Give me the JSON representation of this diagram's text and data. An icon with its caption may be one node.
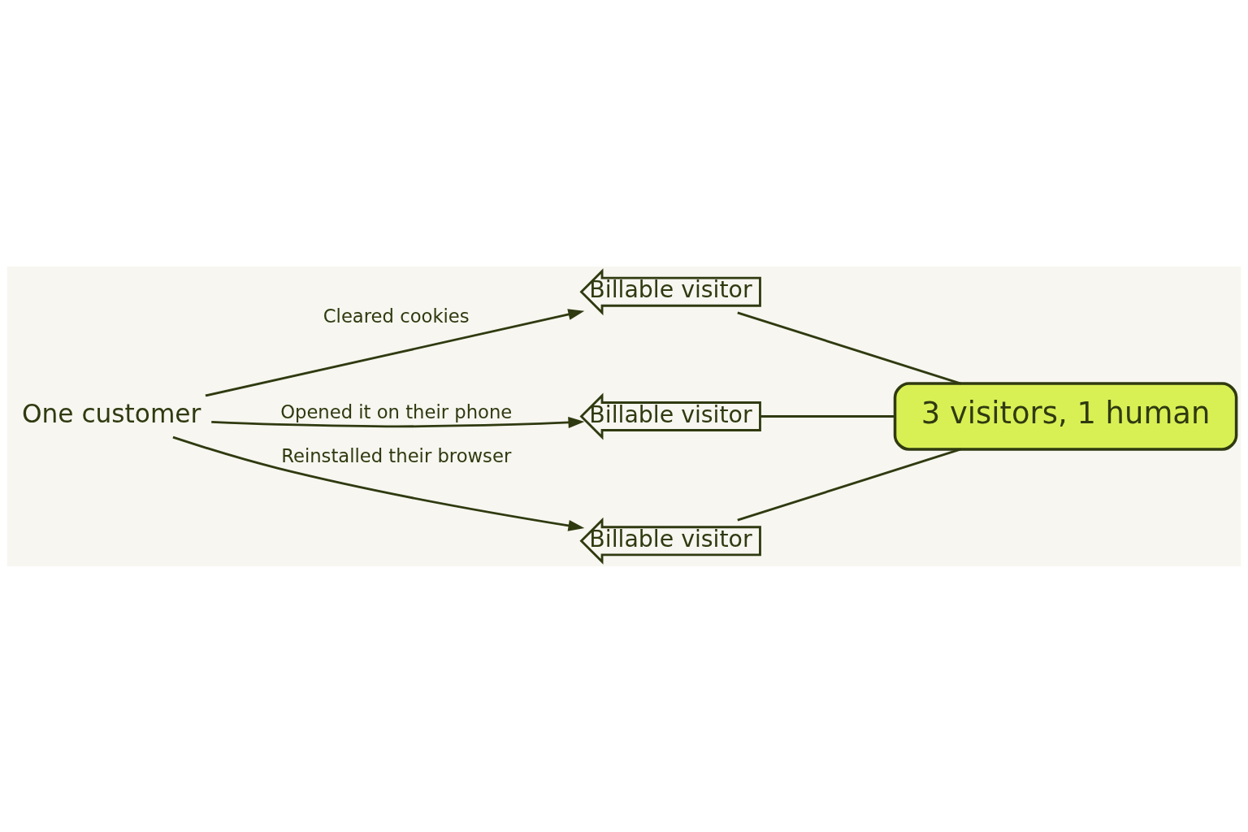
{
  "diagram": {
    "nodes": [
      {
        "text": [
          "One customer"
        ]
      },
      {
        "text": [
          "Billable visitor"
        ]
      },
      {
        "text": [
          "Billable visitor"
        ]
      },
      {
        "text": [
          "Billable visitor"
        ]
      },
      {
        "text": [
          "3 visitors, 1 human"
        ]
      }
    ],
    "edges": [
      {
        "from": 0,
        "to": 1,
        "arrow": "to",
        "label": "Cleared cookies"
      },
      {
        "from": 0,
        "to": 2,
        "arrow": "to",
        "label": "Opened it on their phone"
      },
      {
        "from": 0,
        "to": 3,
        "arrow": "to",
        "label": "Reinstalled their browser"
      },
      {
        "from": 1,
        "to": 4,
        "arrow": "none"
      },
      {
        "from": 2,
        "to": 4,
        "arrow": "none"
      },
      {
        "from": 3,
        "to": 4,
        "arrow": "none"
      }
    ]
  }
}
